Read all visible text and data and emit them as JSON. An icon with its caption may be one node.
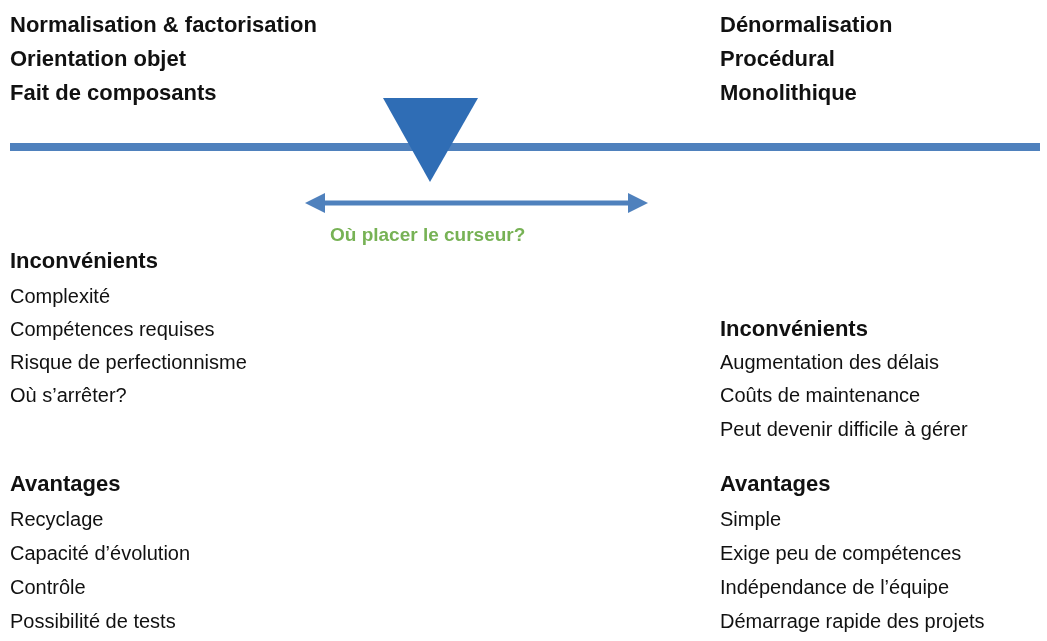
{
  "diagram": {
    "labels": [
      "Normalisation & factorisation",
      "Orientation objet",
      "Fait de composants",
      "Dénormalisation",
      "Procédural",
      "Monolithique",
      "Où placer le curseur?",
      "Inconvénients",
      "Complexité",
      "Compétences requises",
      "Risque de perfectionnisme",
      "Où s’arrêter?",
      "Avantages",
      "Recyclage",
      "Capacité d’évolution",
      "Contrôle",
      "Possibilité de tests",
      "Inconvénients",
      "Augmentation des délais",
      "Coûts de maintenance",
      "Peut devenir difficile à gérer",
      "Avantages",
      "Simple",
      "Exige peu de compétences",
      "Indépendance de l’équipe",
      "Démarrage rapide des projets"
    ]
  }
}
